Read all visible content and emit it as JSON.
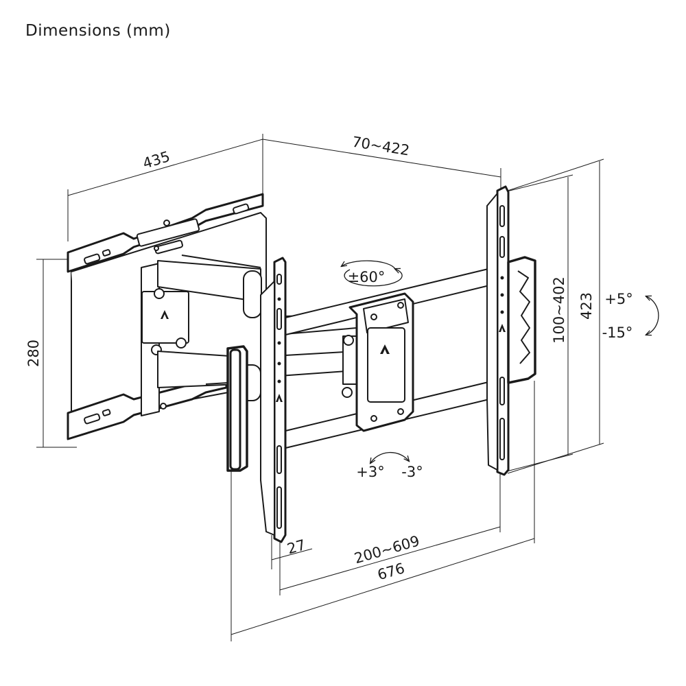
{
  "title": "Dimensions (mm)",
  "dimensions": {
    "depth": "435",
    "extension": "70~422",
    "height_plate": "280",
    "vesa_vertical": "100~402",
    "height_total": "423",
    "vesa_horizontal": "200~609",
    "width_total": "676",
    "profile": "27"
  },
  "rotation": {
    "swivel": "±60°",
    "tilt_up": "+5°",
    "tilt_down": "-15°",
    "level_left": "+3°",
    "level_right": "-3°"
  }
}
